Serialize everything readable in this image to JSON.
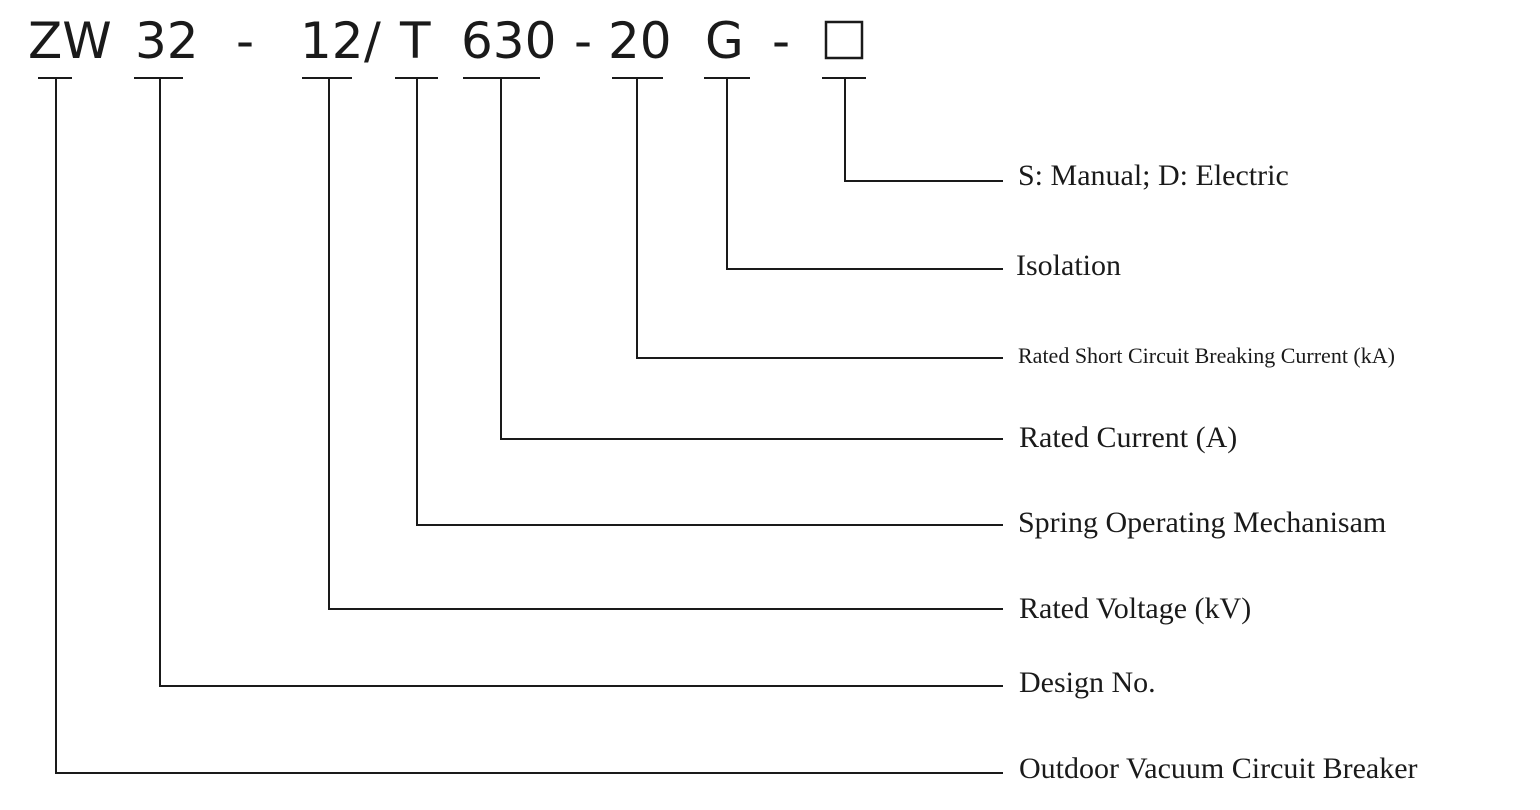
{
  "code": {
    "zw": "ZW",
    "design_no": "32",
    "dash1": "-",
    "voltage": "12",
    "slash": "/",
    "mechanism": "T",
    "current": "630",
    "dash2": "-",
    "breaking": "20",
    "isolation": "G",
    "dash3": "-",
    "operation_box": ""
  },
  "descriptions": {
    "operation": "S: Manual; D: Electric",
    "isolation": "Isolation",
    "breaking_current": "Rated Short Circuit Breaking Current (kA)",
    "rated_current": "Rated Current (A)",
    "mechanism": "Spring Operating Mechanisam",
    "rated_voltage": "Rated Voltage (kV)",
    "design_no": "Design No.",
    "breaker_type": "Outdoor Vacuum Circuit Breaker"
  }
}
